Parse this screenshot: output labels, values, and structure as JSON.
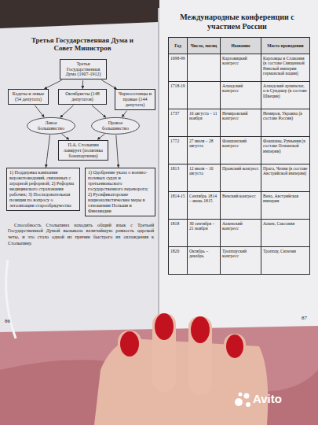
{
  "diagram": {
    "title": "Третья Государственная Дума и Совет Министров",
    "nodes": [
      {
        "text": [
          "Третья Государственная Дума (1907-1912)"
        ]
      },
      {
        "text": [
          "Кадеты и левые (54 депутата)"
        ]
      },
      {
        "text": [
          "Октябристы (148 депутатов)"
        ]
      },
      {
        "text": [
          "Черносотенцы и правые (144 депутата)"
        ]
      },
      {
        "text": [
          "Левое большинство"
        ]
      },
      {
        "text": [
          "Правое большинство"
        ]
      },
      {
        "text": [
          "П.А. Столыпин лавирует (политика бонапартизма)"
        ]
      },
      {
        "text": [
          "1) Поддержка кампании вероисповеданий, связанных с аграрной реформой; 2) Реформа медицинского страхования рабочих; 3) Последовательная позиция по вопросу о легализации старообрядчества"
        ]
      },
      {
        "text": [
          "1) Одобрение указа о военно-полевых судах и третьеиюньского государственного переворота; 2) Русификаторские националистические меры в отношении Польши и Финляндии"
        ]
      }
    ],
    "edges": [
      {
        "from": 0,
        "to": 1,
        "arrow": "to"
      },
      {
        "from": 0,
        "to": 2,
        "arrow": "to"
      },
      {
        "from": 0,
        "to": 3,
        "arrow": "to"
      },
      {
        "from": 1,
        "to": 4,
        "arrow": "to"
      },
      {
        "from": 2,
        "to": 4,
        "arrow": "to"
      },
      {
        "from": 2,
        "to": 5,
        "arrow": "to"
      },
      {
        "from": 3,
        "to": 5,
        "arrow": "to"
      },
      {
        "from": 4,
        "to": 6,
        "arrow": "to"
      },
      {
        "from": 5,
        "to": 6,
        "arrow": "to"
      },
      {
        "from": 4,
        "to": 7,
        "arrow": "to"
      },
      {
        "from": 5,
        "to": 8,
        "arrow": "to"
      }
    ],
    "labels": [
      "Международные конференции с участием России",
      "Год",
      "Число, месяц",
      "Название",
      "Место проведения",
      "1698-99",
      "Карловицкий конгресс",
      "Карловцы и Славония (в составе Священной Римской империи германской нации)",
      "1718-19",
      "Аландский конгресс",
      "Аландский архипелаг, о-в Сундшер (в составе Швеции)",
      "1737",
      "16 августа – 11 ноября",
      "Немировский конгресс",
      "Немиров, Украина (в составе России)",
      "1772",
      "27 июля – 28 августа",
      "Фокшанский конгресс",
      "Фокшаны, Румыния (в составе Османской империи)",
      "1813",
      "12 июля – 10 августа",
      "Пражский конгресс",
      "Прага, Чехия (в составе Австрийской империи)",
      "1814-15",
      "Сентябрь 1814 – июнь 1815",
      "Венский конгресс",
      "Вена, Австрийская империя",
      "1818",
      "30 сентября – 21 ноября",
      "Аахенский конгресс",
      "Аахен, Саксония",
      "1820",
      "Октябрь – декабрь",
      "Троппауский конгресс",
      "Троппау, Силезия",
      "Способность Столыпина находить общий язык с Третьей Государственной Думой вызывала величайшую ревность царской четы, и это стало одной из причин быстрого их охлаждения к Столыпину.",
      "86",
      "87",
      "Avito"
    ]
  }
}
